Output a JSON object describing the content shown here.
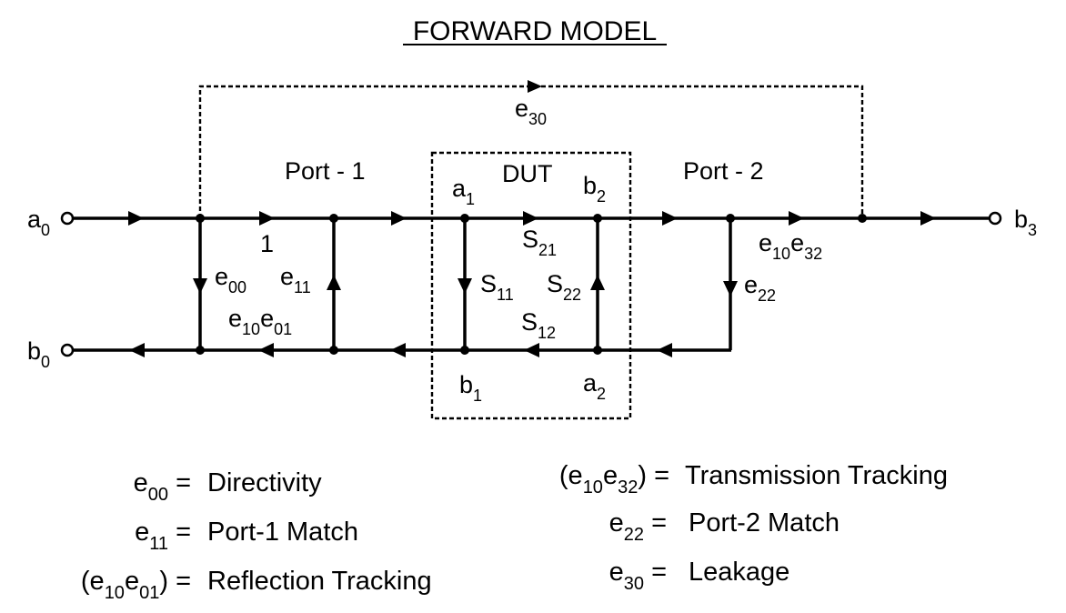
{
  "title": "FORWARD MODEL",
  "labels": {
    "port1": "Port - 1",
    "port2": "Port - 2",
    "dut": "DUT",
    "one": "1"
  },
  "nodes": {
    "a0": {
      "base": "a",
      "sub": "0"
    },
    "b0": {
      "base": "b",
      "sub": "0"
    },
    "b3": {
      "base": "b",
      "sub": "3"
    },
    "a1": {
      "base": "a",
      "sub": "1"
    },
    "b1": {
      "base": "b",
      "sub": "1"
    },
    "a2": {
      "base": "a",
      "sub": "2"
    },
    "b2": {
      "base": "b",
      "sub": "2"
    }
  },
  "terms": {
    "e30": {
      "base": "e",
      "sub": "30"
    },
    "e00": {
      "base": "e",
      "sub": "00"
    },
    "e11": {
      "base": "e",
      "sub": "11"
    },
    "e10e01": {
      "b1": "e",
      "s1": "10",
      "b2": "e",
      "s2": "01"
    },
    "s21": {
      "base": "S",
      "sub": "21"
    },
    "s11": {
      "base": "S",
      "sub": "11"
    },
    "s22": {
      "base": "S",
      "sub": "22"
    },
    "s12": {
      "base": "S",
      "sub": "12"
    },
    "e10e32": {
      "b1": "e",
      "s1": "10",
      "b2": "e",
      "s2": "32"
    },
    "e22": {
      "base": "e",
      "sub": "22"
    }
  },
  "legend": {
    "eq": "=",
    "left": [
      {
        "term_base": "e",
        "term_sub": "00",
        "description": "Directivity"
      },
      {
        "term_base": "e",
        "term_sub": "11",
        "description": "Port-1 Match"
      },
      {
        "term_open": "(",
        "b1": "e",
        "s1": "10",
        "b2": "e",
        "s2": "01",
        "term_close": ")",
        "description": "Reflection Tracking"
      }
    ],
    "right": [
      {
        "term_open": "(",
        "b1": "e",
        "s1": "10",
        "b2": "e",
        "s2": "32",
        "term_close": ")",
        "description": "Transmission Tracking"
      },
      {
        "term_base": "e",
        "term_sub": "22",
        "description": "Port-2 Match"
      },
      {
        "term_base": "e",
        "term_sub": "30",
        "description": "Leakage"
      }
    ]
  }
}
